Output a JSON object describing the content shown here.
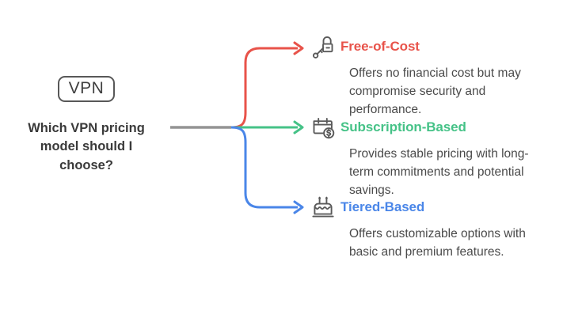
{
  "root": {
    "badge_label": "VPN",
    "question": "Which VPN pricing model should I choose?"
  },
  "colors": {
    "red": "#e8534a",
    "green": "#45c287",
    "blue": "#4a86e8",
    "stem_gray": "#949494",
    "body_text": "#4a4a4a",
    "icon_stroke": "#5a5a5a",
    "background": "#ffffff"
  },
  "branches": [
    {
      "title": "Free-of-Cost",
      "description": "Offers no financial cost but may compromise security and performance.",
      "icon": "open-padlock-with-key-icon",
      "color": "#e8534a",
      "connector": "curve-up"
    },
    {
      "title": "Subscription-Based",
      "description": "Provides stable pricing with long-term commitments and potential savings.",
      "icon": "calendar-dollar-icon",
      "color": "#45c287",
      "connector": "straight"
    },
    {
      "title": "Tiered-Based",
      "description": "Offers customizable options with basic and premium features.",
      "icon": "tiered-cake-icon",
      "color": "#4a86e8",
      "connector": "curve-down"
    }
  ]
}
